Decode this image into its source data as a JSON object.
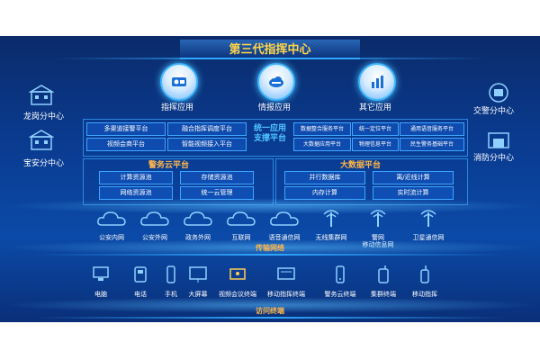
{
  "title": "第三代指挥中心",
  "apps": [
    {
      "label": "指挥应用",
      "icon": "command-app-icon"
    },
    {
      "label": "情报应用",
      "icon": "intel-app-icon"
    },
    {
      "label": "其它应用",
      "icon": "other-app-icon"
    }
  ],
  "left_centers": [
    "龙岗分中心",
    "宝安分中心"
  ],
  "right_centers": [
    "交警分中心",
    "消防分中心"
  ],
  "unified_apps": {
    "label_line1": "统一应用",
    "label_line2": "支撑平台",
    "left_boxes": [
      "多渠道接警平台",
      "融合指挥调度平台",
      "视频会商平台",
      "智能视频接入平台"
    ],
    "right_boxes": [
      "数据整合服务平台",
      "统一定位平台",
      "通用语音服务平台",
      "大数据应用平台",
      "物理信息平台",
      "民生警务基础平台"
    ]
  },
  "police_cloud": {
    "title": "警务云平台",
    "boxes": [
      "计算资源池",
      "存储资源池",
      "网络资源池",
      "统一云管理"
    ]
  },
  "big_data": {
    "title": "大数据平台",
    "boxes": [
      "并行数据库",
      "离/近线计算",
      "内存计算",
      "实时流计算"
    ]
  },
  "networks": [
    "公安内网",
    "公安外网",
    "政务外网",
    "互联网",
    "语音通信网",
    "无线集群网",
    "警网\n移动信息网",
    "卫星通信网"
  ],
  "transport_label": "传输网络",
  "terminals": [
    "电脑",
    "电话",
    "手机",
    "大屏幕",
    "视频会议终端",
    "移动指挥终端",
    "警务云终端",
    "集群终端",
    "移动指挥"
  ],
  "access_label": "访问终端",
  "colors": {
    "accent": "#2fa8ff",
    "title": "#ffd54a",
    "section": "#ffb64a",
    "panel": "#0b3d95"
  }
}
